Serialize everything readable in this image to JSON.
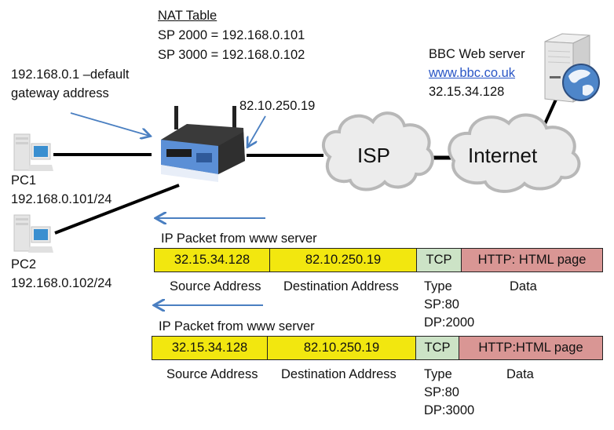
{
  "nat_table": {
    "title": "NAT Table",
    "rows": [
      "SP 2000  = 192.168.0.101",
      "SP 3000  = 192.168.0.102"
    ]
  },
  "gateway_label": [
    "192.168.0.1 –default",
    "gateway address"
  ],
  "router_wan_ip": "82.10.250.19",
  "server": {
    "name": "BBC Web server",
    "url": "www.bbc.co.uk",
    "ip": "32.15.34.128"
  },
  "clouds": {
    "isp": "ISP",
    "internet": "Internet"
  },
  "pcs": [
    {
      "name": "PC1",
      "ip": "192.168.0.101/24"
    },
    {
      "name": "PC2",
      "ip": "192.168.0.102/24"
    }
  ],
  "packets": [
    {
      "title": "IP Packet from www server",
      "fields": [
        "32.15.34.128",
        "82.10.250.19",
        "TCP",
        "HTTP: HTML page"
      ],
      "labels": [
        "Source Address",
        "Destination Address",
        "Type",
        "Data"
      ],
      "ports": [
        "SP:80",
        "DP:2000"
      ]
    },
    {
      "title": "IP Packet from www server",
      "fields": [
        "32.15.34.128",
        "82.10.250.19",
        "TCP",
        "HTTP:HTML page"
      ],
      "labels": [
        "Source Address",
        "Destination Address",
        "Type",
        "Data"
      ],
      "ports": [
        "SP:80",
        "DP:3000"
      ]
    }
  ],
  "colors": {
    "address_field": "#f2e70f",
    "tcp_field": "#cce3c6",
    "data_field": "#d99694",
    "arrow": "#4a7fc1",
    "link": "#2a56c6"
  }
}
